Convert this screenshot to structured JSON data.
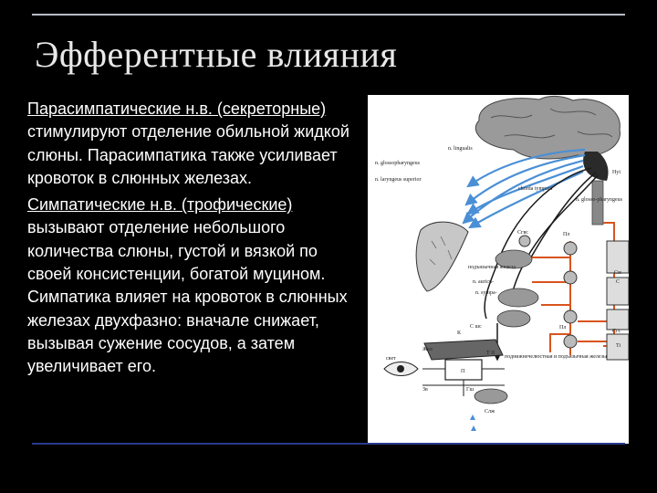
{
  "slide": {
    "title": "Эфферентные влияния",
    "paragraphs": [
      {
        "parts": [
          {
            "text": "Парасимпатические н.в. (секреторные)",
            "underline": true
          },
          {
            "text": " стимулируют отделение обильной жидкой слюны. Парасимпатика также усиливает кровоток в слюнных железах.",
            "underline": false
          }
        ]
      },
      {
        "parts": [
          {
            "text": "Симпатические н.в. (трофические)",
            "underline": true
          },
          {
            "text": " вызывают отделение небольшого количества слюны, густой и вязкой по своей консистенции, богатой муцином. Симпатика влияет на кровоток в слюнных железах двухфазно: вначале снижает, вызывая сужение сосудов, а затем увеличивает его.",
            "underline": false
          }
        ]
      }
    ]
  },
  "diagram": {
    "labels": {
      "n_lingualis": "n. lingualis",
      "n_glossopharyngeus": "n. glossopharyngeus",
      "n_laryngeus": "n. laryngeus superior",
      "chorda_tympani": "chorda tympani",
      "n_glossopharyngeus2": "n. glosso-pharyngeus",
      "hyp": "Нуі",
      "sgv": "Сгвс",
      "pl": "Пл",
      "pl2": "Пл",
      "cm": "См",
      "c": "С",
      "n_sub_left": "подъязычная железа",
      "n_auric": "n. auricu-",
      "n_sympat": "n. sympa-",
      "k": "К",
      "s_sh": "С шс",
      "zhel": "Жел",
      "pzh": "поднижнечелюстная и подъязычная железы",
      "sgs": "Сгс",
      "t_i": "Тi",
      "t_ii": "Т II",
      "sluna": "Слж",
      "svet": "свет",
      "p": "П",
      "zv": "Зв",
      "gsh": "Гш"
    }
  },
  "colors": {
    "background": "#000000",
    "parasympathetic_arrow": "#4a8fd6",
    "sympathetic_line": "#d9541e",
    "nerve_line": "#1a1a1a"
  }
}
